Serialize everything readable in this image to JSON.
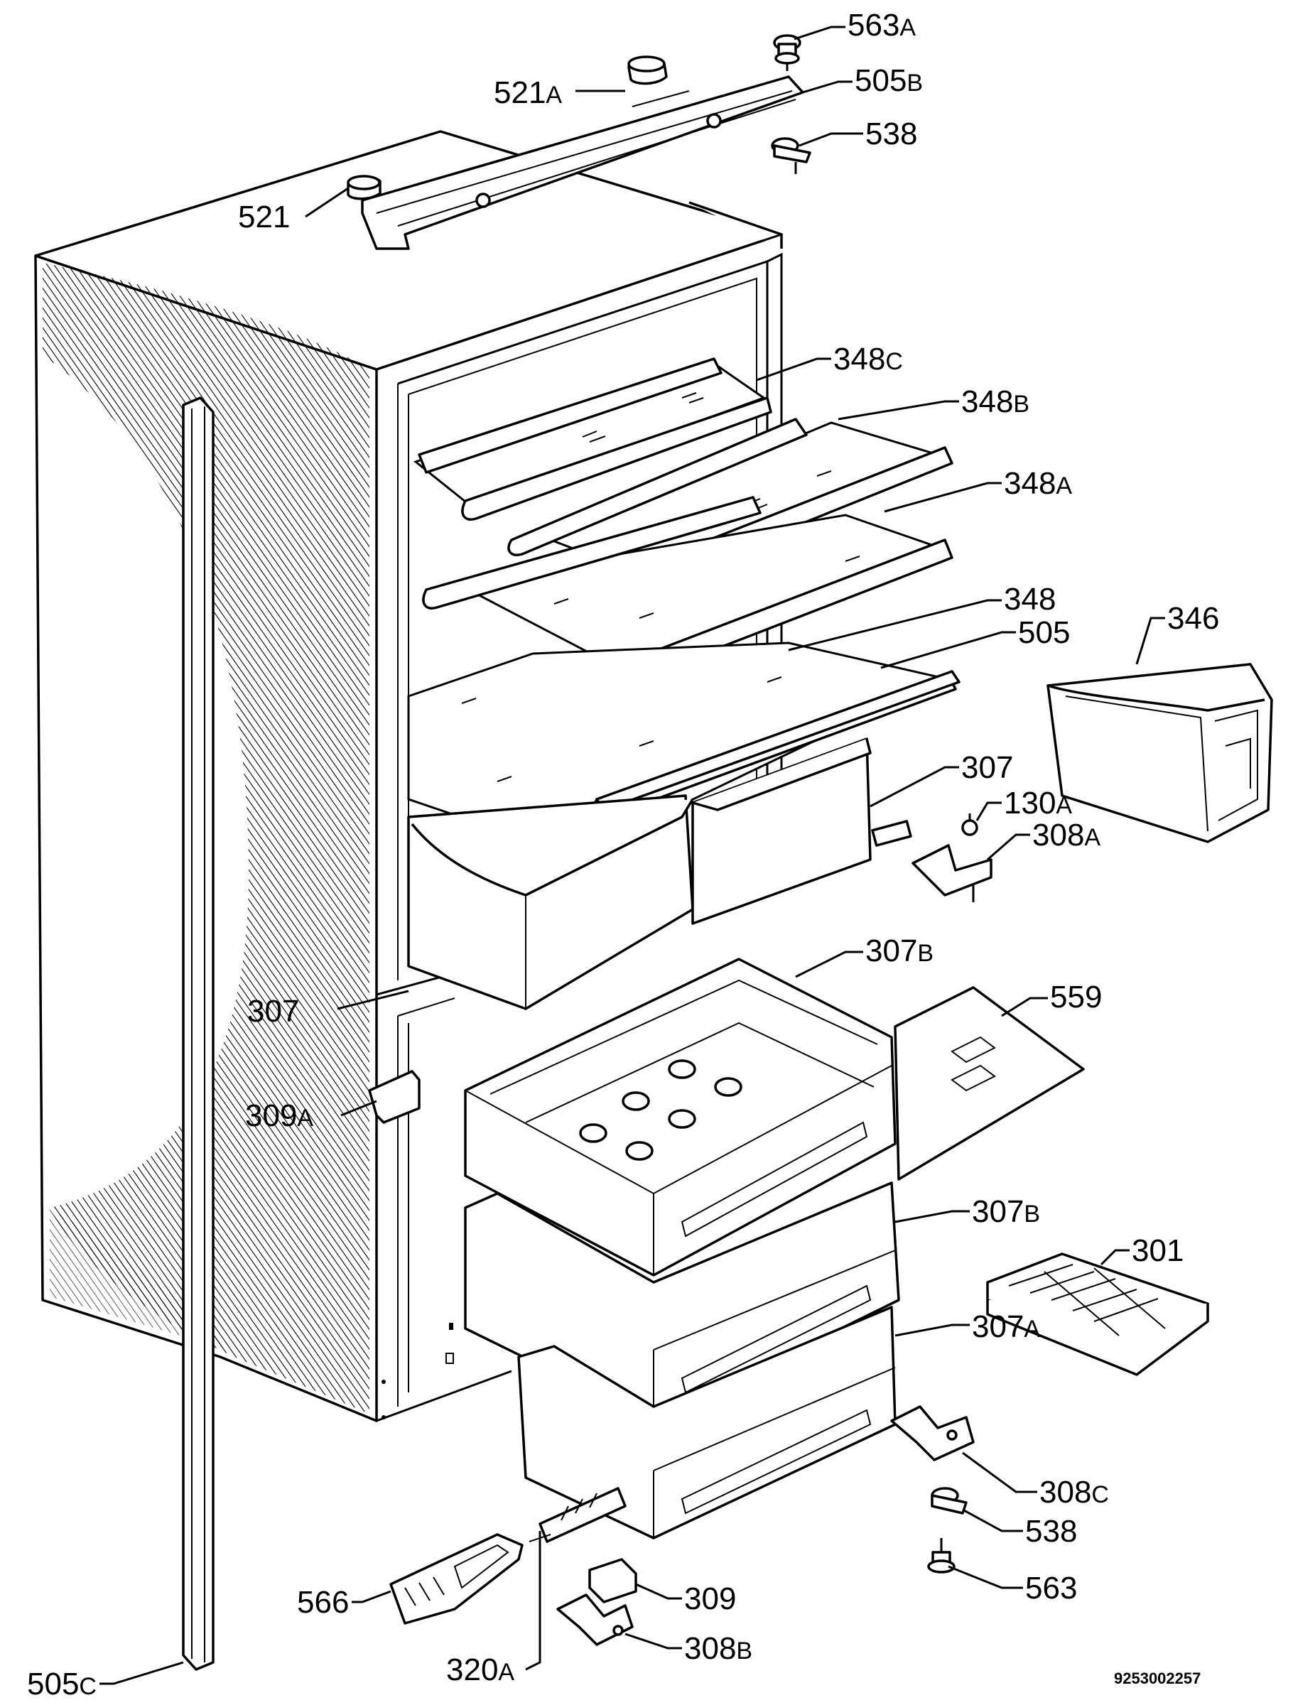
{
  "diagram": {
    "labels": [
      {
        "id": "563A_top",
        "num": "563",
        "suffix": "A"
      },
      {
        "id": "521A",
        "num": "521",
        "suffix": "A"
      },
      {
        "id": "505B",
        "num": "505",
        "suffix": "B"
      },
      {
        "id": "538_top",
        "num": "538",
        "suffix": ""
      },
      {
        "id": "521",
        "num": "521",
        "suffix": ""
      },
      {
        "id": "348C",
        "num": "348",
        "suffix": "C"
      },
      {
        "id": "348B",
        "num": "348",
        "suffix": "B"
      },
      {
        "id": "348A",
        "num": "348",
        "suffix": "A"
      },
      {
        "id": "348",
        "num": "348",
        "suffix": ""
      },
      {
        "id": "505",
        "num": "505",
        "suffix": ""
      },
      {
        "id": "346",
        "num": "346",
        "suffix": ""
      },
      {
        "id": "307_right",
        "num": "307",
        "suffix": ""
      },
      {
        "id": "130A",
        "num": "130",
        "suffix": "A"
      },
      {
        "id": "308A",
        "num": "308",
        "suffix": "A"
      },
      {
        "id": "307B_top",
        "num": "307",
        "suffix": "B"
      },
      {
        "id": "559",
        "num": "559",
        "suffix": ""
      },
      {
        "id": "307_left",
        "num": "307",
        "suffix": ""
      },
      {
        "id": "309A",
        "num": "309",
        "suffix": "A"
      },
      {
        "id": "307B_mid",
        "num": "307",
        "suffix": "B"
      },
      {
        "id": "301",
        "num": "301",
        "suffix": ""
      },
      {
        "id": "307A",
        "num": "307",
        "suffix": "A"
      },
      {
        "id": "308C",
        "num": "308",
        "suffix": "C"
      },
      {
        "id": "538_bottom",
        "num": "538",
        "suffix": ""
      },
      {
        "id": "563_bottom",
        "num": "563",
        "suffix": ""
      },
      {
        "id": "505C",
        "num": "505",
        "suffix": "C"
      },
      {
        "id": "566",
        "num": "566",
        "suffix": ""
      },
      {
        "id": "309",
        "num": "309",
        "suffix": ""
      },
      {
        "id": "320A",
        "num": "320",
        "suffix": "A"
      },
      {
        "id": "308B",
        "num": "308",
        "suffix": "B"
      }
    ],
    "reference_number": "9253002257"
  }
}
